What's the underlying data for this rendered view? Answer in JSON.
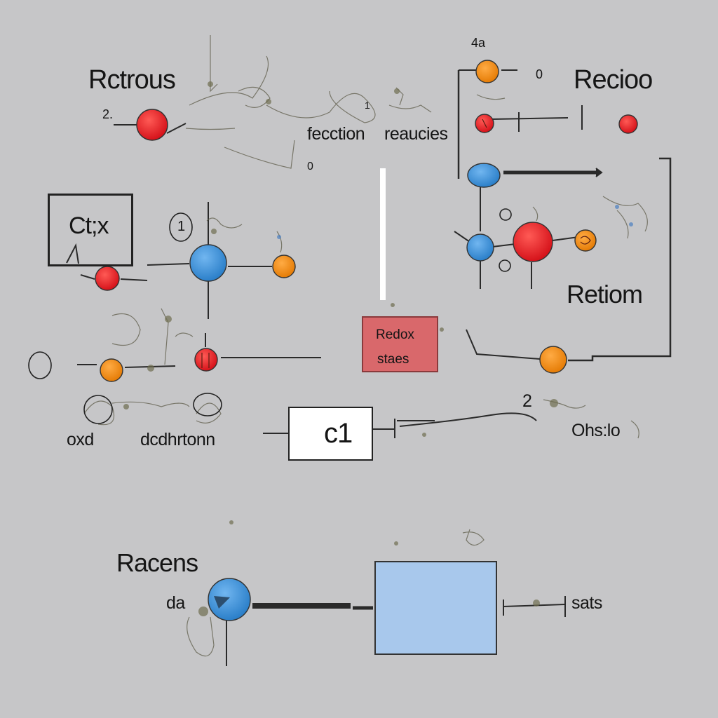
{
  "labels": {
    "title_left": "Rctrous",
    "title_right": "Recioo",
    "reaction": "fecction",
    "reactants": "reaucies",
    "ctx": "Ct;x",
    "one_circle": "1",
    "retiom": "Retiom",
    "redox_line1": "Redox",
    "redox_line2": "staes",
    "oxidation": "oxd",
    "oxidation2": "dcdhrtonn",
    "c1": "c1",
    "two": "2",
    "ohsio": "Ohs:lo",
    "racens": "Racens",
    "da": "da",
    "sats": "sats",
    "small_2": "2.",
    "small_0a": "0",
    "small_0b": "0",
    "small_4a": "4a",
    "small_1": "1"
  },
  "colors": {
    "background": "#c6c6c8",
    "red": "#e3181e",
    "blue": "#3f92d8",
    "orange": "#ef8a14",
    "redox_box": "#d9686b",
    "blue_box": "#a8c8ec"
  }
}
